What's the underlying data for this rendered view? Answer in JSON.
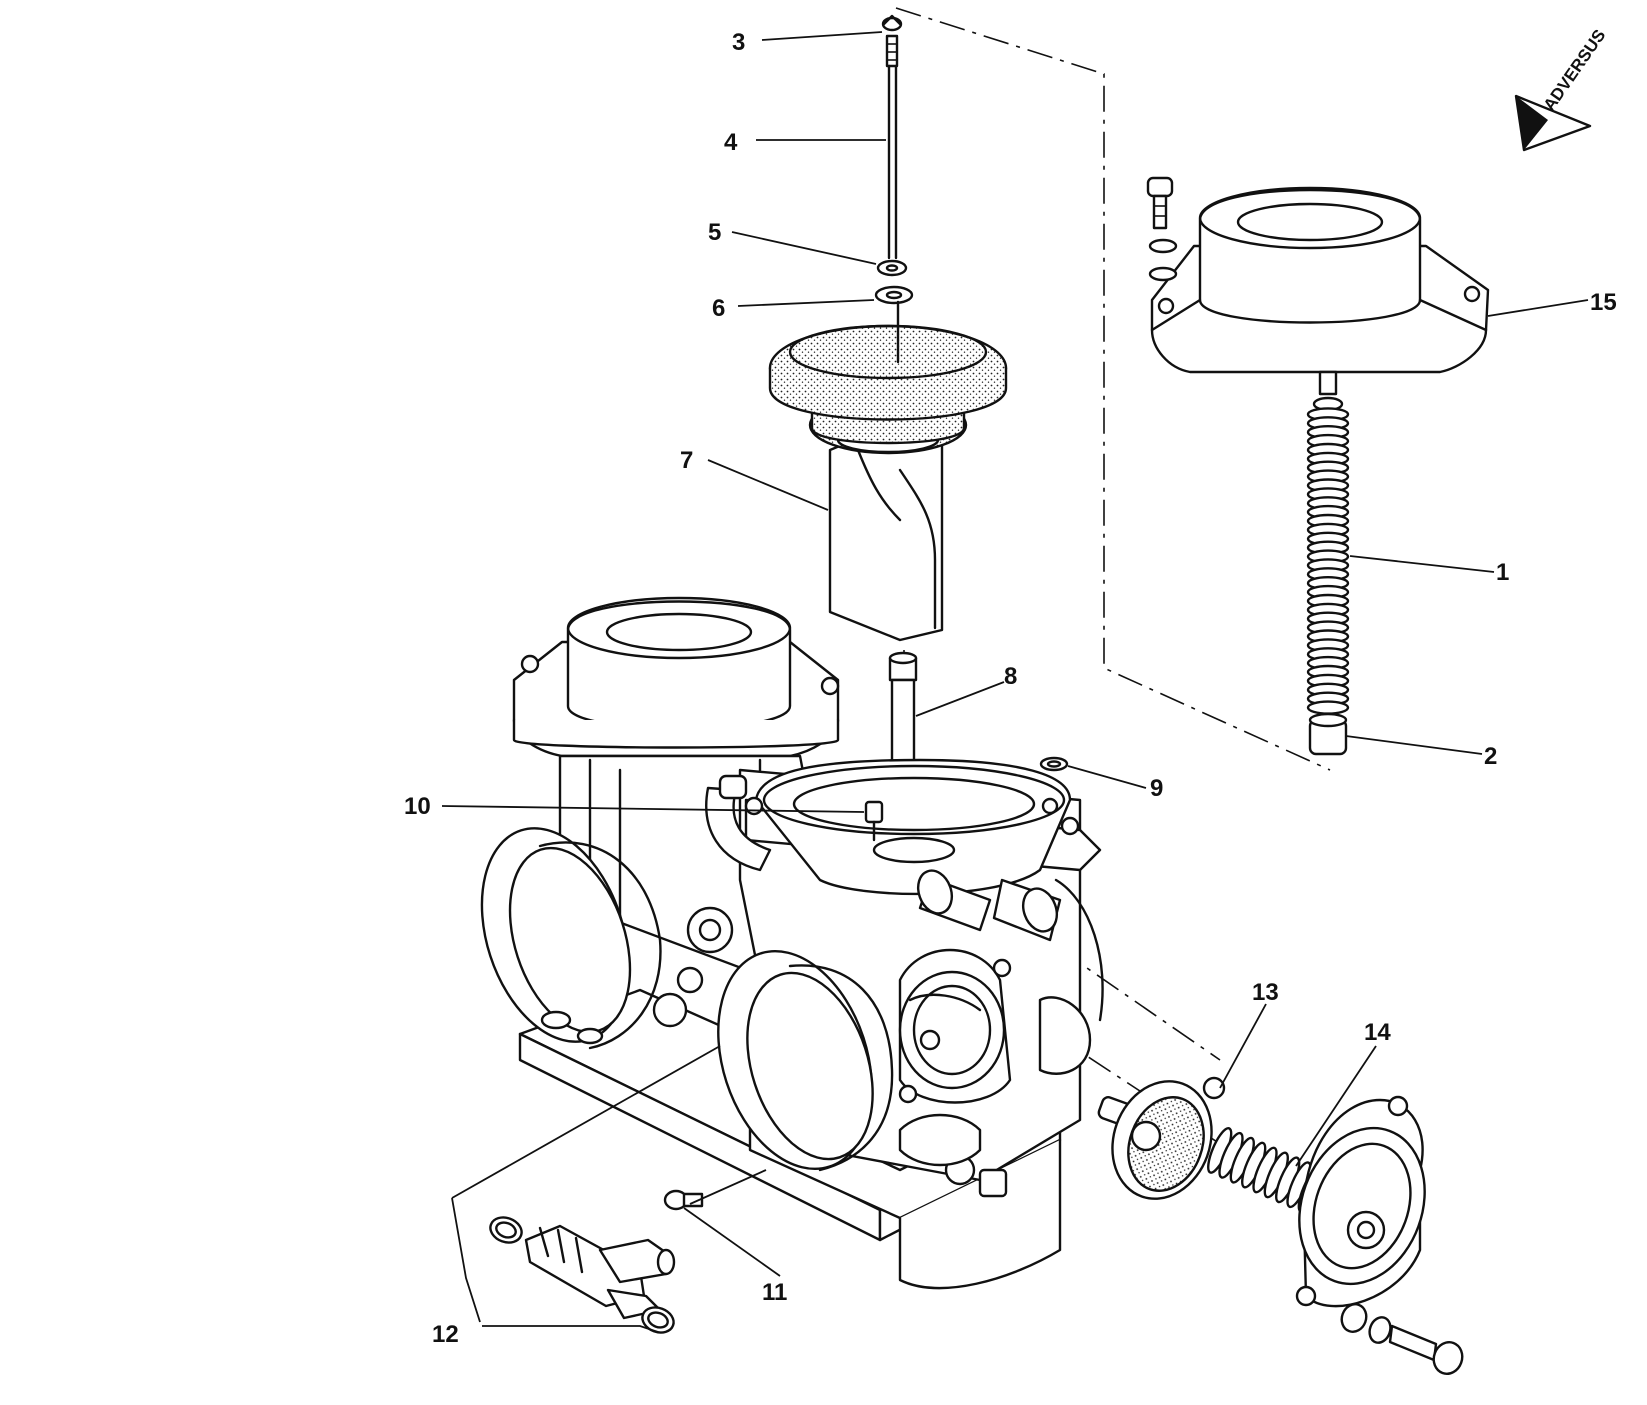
{
  "logo": {
    "text": "ADVERSUS"
  },
  "callouts": {
    "c1": "1",
    "c2": "2",
    "c3": "3",
    "c4": "4",
    "c5": "5",
    "c6": "6",
    "c7": "7",
    "c8": "8",
    "c9": "9",
    "c10": "10",
    "c11": "11",
    "c12": "12",
    "c13": "13",
    "c14": "14",
    "c15": "15"
  }
}
